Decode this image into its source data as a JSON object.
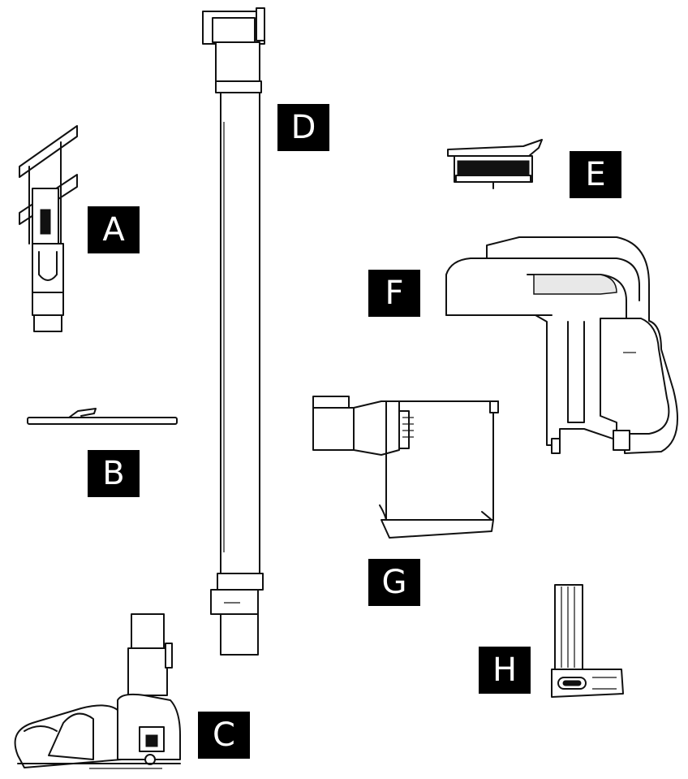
{
  "parts": [
    {
      "id": "A",
      "label": "A",
      "icon": "brush-attachment-icon"
    },
    {
      "id": "B",
      "label": "B",
      "icon": "crevice-strip-icon"
    },
    {
      "id": "C",
      "label": "C",
      "icon": "floor-head-icon"
    },
    {
      "id": "D",
      "label": "D",
      "icon": "extension-tube-icon"
    },
    {
      "id": "E",
      "label": "E",
      "icon": "filter-icon"
    },
    {
      "id": "F",
      "label": "F",
      "icon": "motor-handle-icon"
    },
    {
      "id": "G",
      "label": "G",
      "icon": "dust-container-icon"
    },
    {
      "id": "H",
      "label": "H",
      "icon": "battery-pack-icon"
    }
  ]
}
